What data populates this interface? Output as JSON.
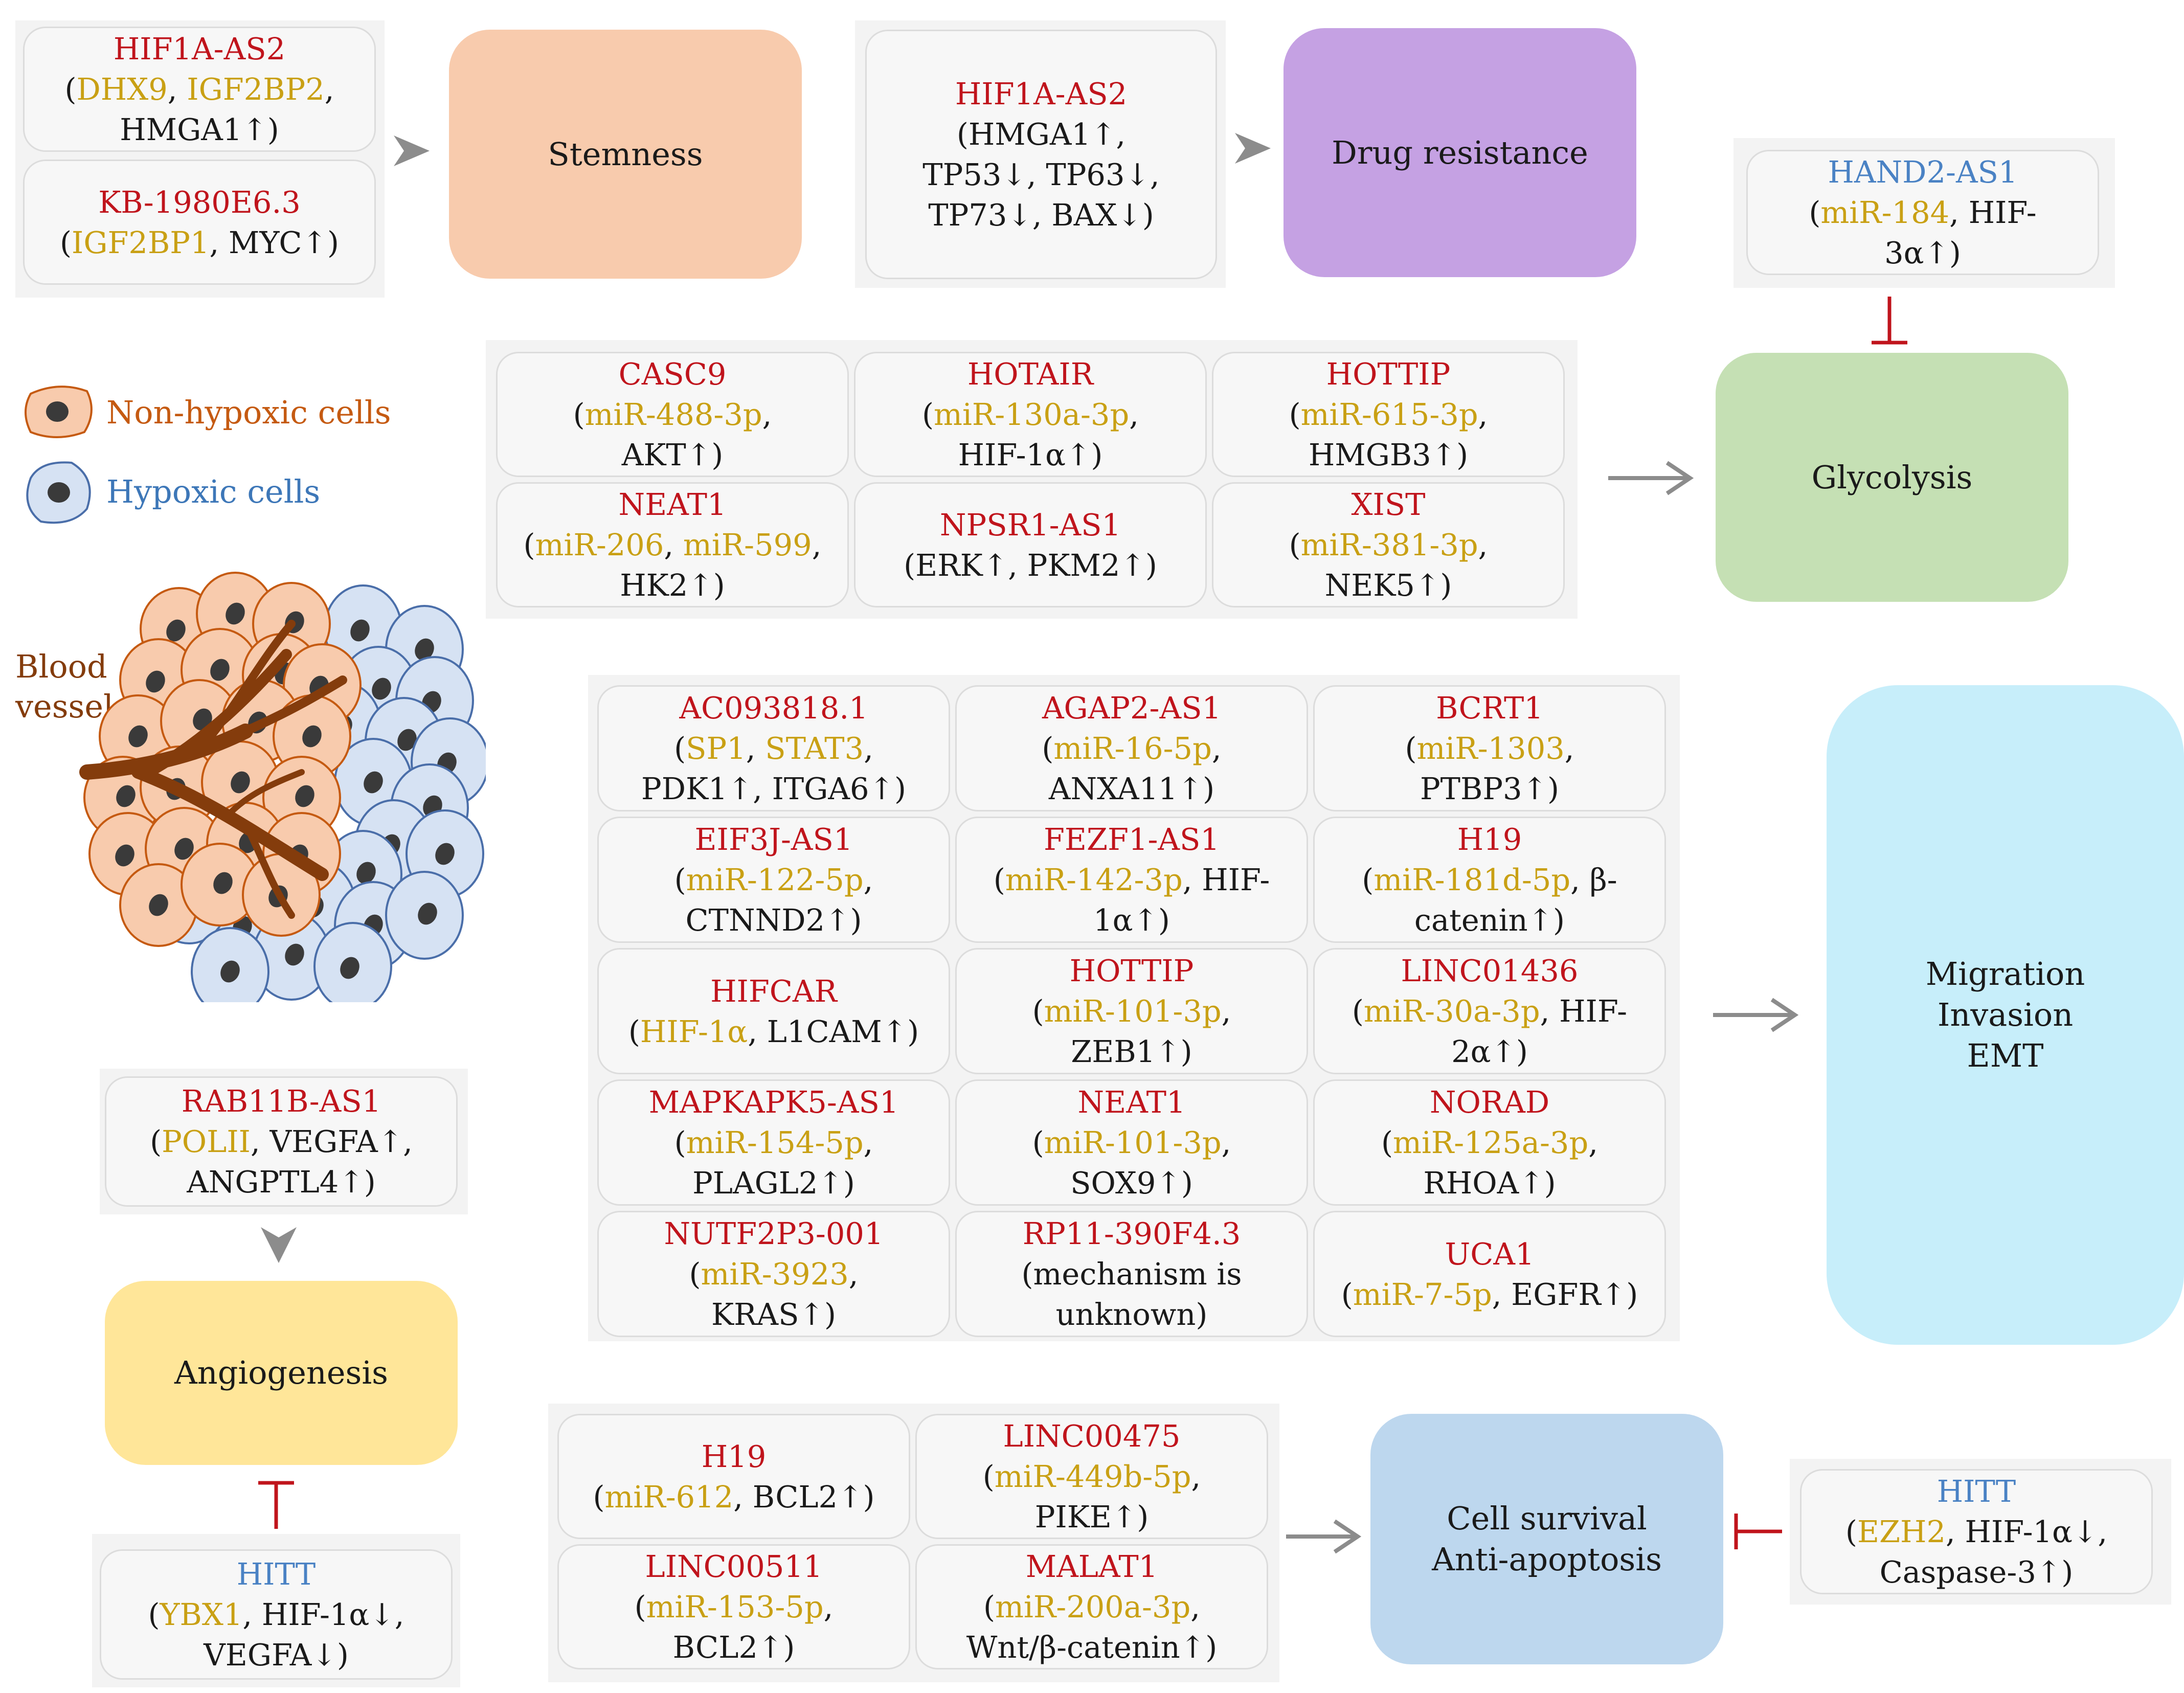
{
  "outcomes": {
    "stemness": "Stemness",
    "drug_resistance": "Drug resistance",
    "glycolysis": "Glycolysis",
    "migration": [
      "Migration",
      "Invasion",
      "EMT"
    ],
    "angiogenesis": "Angiogenesis",
    "cell_survival": [
      "Cell survival",
      "Anti-apoptosis"
    ]
  },
  "legend": {
    "non_hypoxic": "Non-hypoxic cells",
    "hypoxic": "Hypoxic cells",
    "blood_vessel": [
      "Blood",
      "vessel"
    ]
  },
  "colors": {
    "lncrna_up": "#c0141c",
    "lncrna_down": "#4a82c4",
    "regulator": "#c9a014",
    "stemness_box": "#f8cbad",
    "drug_box": "#c5a1e3",
    "glycolysis_box": "#c5e0b4",
    "migration_box": "#c7eefa",
    "angiogenesis_box": "#ffe699",
    "survival_box": "#bdd7ee"
  },
  "stemness_items": [
    {
      "name": "HIF1A-AS2",
      "lines": [
        [
          {
            "t": "(",
            "c": "k"
          },
          {
            "t": "DHX9",
            "c": "y"
          },
          {
            "t": ", ",
            "c": "k"
          },
          {
            "t": "IGF2BP2",
            "c": "y"
          },
          {
            "t": ",",
            "c": "k"
          }
        ],
        [
          {
            "t": "HMGA1↑)",
            "c": "k"
          }
        ]
      ]
    },
    {
      "name": "KB-1980E6.3",
      "lines": [
        [
          {
            "t": "(",
            "c": "k"
          },
          {
            "t": "IGF2BP1",
            "c": "y"
          },
          {
            "t": ", MYC↑)",
            "c": "k"
          }
        ]
      ]
    }
  ],
  "drug_items": [
    {
      "name": "HIF1A-AS2",
      "lines": [
        [
          {
            "t": "(HMGA1↑,",
            "c": "k"
          }
        ],
        [
          {
            "t": "TP53↓, TP63↓,",
            "c": "k"
          }
        ],
        [
          {
            "t": "TP73↓, BAX↓)",
            "c": "k"
          }
        ]
      ]
    }
  ],
  "glyco_inhibitor": {
    "name": "HAND2-AS1",
    "lines": [
      [
        {
          "t": "(",
          "c": "k"
        },
        {
          "t": "miR-184",
          "c": "y"
        },
        {
          "t": ", HIF-",
          "c": "k"
        }
      ],
      [
        {
          "t": "3α↑)",
          "c": "k"
        }
      ]
    ]
  },
  "glyco_items": [
    {
      "name": "CASC9",
      "lines": [
        [
          {
            "t": "(",
            "c": "k"
          },
          {
            "t": "miR-488-3p",
            "c": "y"
          },
          {
            "t": ",",
            "c": "k"
          }
        ],
        [
          {
            "t": "AKT↑)",
            "c": "k"
          }
        ]
      ]
    },
    {
      "name": "HOTAIR",
      "lines": [
        [
          {
            "t": "(",
            "c": "k"
          },
          {
            "t": "miR-130a-3p",
            "c": "y"
          },
          {
            "t": ",",
            "c": "k"
          }
        ],
        [
          {
            "t": "HIF-1α↑)",
            "c": "k"
          }
        ]
      ]
    },
    {
      "name": "HOTTIP",
      "lines": [
        [
          {
            "t": "(",
            "c": "k"
          },
          {
            "t": "miR-615-3p",
            "c": "y"
          },
          {
            "t": ",",
            "c": "k"
          }
        ],
        [
          {
            "t": "HMGB3↑)",
            "c": "k"
          }
        ]
      ]
    },
    {
      "name": "NEAT1",
      "lines": [
        [
          {
            "t": "(",
            "c": "k"
          },
          {
            "t": "miR-206",
            "c": "y"
          },
          {
            "t": ", ",
            "c": "k"
          },
          {
            "t": "miR-599",
            "c": "y"
          },
          {
            "t": ",",
            "c": "k"
          }
        ],
        [
          {
            "t": "HK2↑)",
            "c": "k"
          }
        ]
      ]
    },
    {
      "name": "NPSR1-AS1",
      "lines": [
        [
          {
            "t": "(ERK↑, PKM2↑)",
            "c": "k"
          }
        ]
      ]
    },
    {
      "name": "XIST",
      "lines": [
        [
          {
            "t": "(",
            "c": "k"
          },
          {
            "t": "miR-381-3p",
            "c": "y"
          },
          {
            "t": ",",
            "c": "k"
          }
        ],
        [
          {
            "t": "NEK5↑)",
            "c": "k"
          }
        ]
      ]
    }
  ],
  "migration_items": [
    {
      "name": "AC093818.1",
      "lines": [
        [
          {
            "t": "(",
            "c": "k"
          },
          {
            "t": "SP1",
            "c": "y"
          },
          {
            "t": ", ",
            "c": "k"
          },
          {
            "t": "STAT3",
            "c": "y"
          },
          {
            "t": ",",
            "c": "k"
          }
        ],
        [
          {
            "t": "PDK1↑, ITGA6↑)",
            "c": "k"
          }
        ]
      ]
    },
    {
      "name": "AGAP2-AS1",
      "lines": [
        [
          {
            "t": "(",
            "c": "k"
          },
          {
            "t": "miR-16-5p",
            "c": "y"
          },
          {
            "t": ",",
            "c": "k"
          }
        ],
        [
          {
            "t": "ANXA11↑)",
            "c": "k"
          }
        ]
      ]
    },
    {
      "name": "BCRT1",
      "lines": [
        [
          {
            "t": "(",
            "c": "k"
          },
          {
            "t": "miR-1303",
            "c": "y"
          },
          {
            "t": ",",
            "c": "k"
          }
        ],
        [
          {
            "t": "PTBP3↑)",
            "c": "k"
          }
        ]
      ]
    },
    {
      "name": "EIF3J-AS1",
      "lines": [
        [
          {
            "t": "(",
            "c": "k"
          },
          {
            "t": "miR-122-5p",
            "c": "y"
          },
          {
            "t": ",",
            "c": "k"
          }
        ],
        [
          {
            "t": "CTNND2↑)",
            "c": "k"
          }
        ]
      ]
    },
    {
      "name": "FEZF1-AS1",
      "lines": [
        [
          {
            "t": "(",
            "c": "k"
          },
          {
            "t": "miR-142-3p",
            "c": "y"
          },
          {
            "t": ", HIF-",
            "c": "k"
          }
        ],
        [
          {
            "t": "1α↑)",
            "c": "k"
          }
        ]
      ]
    },
    {
      "name": "H19",
      "lines": [
        [
          {
            "t": "(",
            "c": "k"
          },
          {
            "t": "miR-181d-5p",
            "c": "y"
          },
          {
            "t": ", β-",
            "c": "k"
          }
        ],
        [
          {
            "t": "catenin↑)",
            "c": "k"
          }
        ]
      ]
    },
    {
      "name": "HIFCAR",
      "lines": [
        [
          {
            "t": "(",
            "c": "k"
          },
          {
            "t": "HIF-1α",
            "c": "y"
          },
          {
            "t": ", L1CAM↑)",
            "c": "k"
          }
        ]
      ]
    },
    {
      "name": "HOTTIP",
      "lines": [
        [
          {
            "t": "(",
            "c": "k"
          },
          {
            "t": "miR-101-3p",
            "c": "y"
          },
          {
            "t": ",",
            "c": "k"
          }
        ],
        [
          {
            "t": "ZEB1↑)",
            "c": "k"
          }
        ]
      ]
    },
    {
      "name": "LINC01436",
      "lines": [
        [
          {
            "t": "(",
            "c": "k"
          },
          {
            "t": "miR-30a-3p",
            "c": "y"
          },
          {
            "t": ", HIF-",
            "c": "k"
          }
        ],
        [
          {
            "t": "2α↑)",
            "c": "k"
          }
        ]
      ]
    },
    {
      "name": "MAPKAPK5-AS1",
      "lines": [
        [
          {
            "t": "(",
            "c": "k"
          },
          {
            "t": "miR-154-5p",
            "c": "y"
          },
          {
            "t": ",",
            "c": "k"
          }
        ],
        [
          {
            "t": "PLAGL2↑)",
            "c": "k"
          }
        ]
      ]
    },
    {
      "name": "NEAT1",
      "lines": [
        [
          {
            "t": "(",
            "c": "k"
          },
          {
            "t": "miR-101-3p",
            "c": "y"
          },
          {
            "t": ",",
            "c": "k"
          }
        ],
        [
          {
            "t": "SOX9↑)",
            "c": "k"
          }
        ]
      ]
    },
    {
      "name": "NORAD",
      "lines": [
        [
          {
            "t": "(",
            "c": "k"
          },
          {
            "t": "miR-125a-3p",
            "c": "y"
          },
          {
            "t": ",",
            "c": "k"
          }
        ],
        [
          {
            "t": "RHOA↑)",
            "c": "k"
          }
        ]
      ]
    },
    {
      "name": "NUTF2P3-001",
      "lines": [
        [
          {
            "t": "(",
            "c": "k"
          },
          {
            "t": "miR-3923",
            "c": "y"
          },
          {
            "t": ",",
            "c": "k"
          }
        ],
        [
          {
            "t": "KRAS↑)",
            "c": "k"
          }
        ]
      ]
    },
    {
      "name": "RP11-390F4.3",
      "lines": [
        [
          {
            "t": "(mechanism is",
            "c": "k"
          }
        ],
        [
          {
            "t": "unknown)",
            "c": "k"
          }
        ]
      ]
    },
    {
      "name": "UCA1",
      "lines": [
        [
          {
            "t": "(",
            "c": "k"
          },
          {
            "t": "miR-7-5p",
            "c": "y"
          },
          {
            "t": ", EGFR↑)",
            "c": "k"
          }
        ]
      ]
    }
  ],
  "angio_items": [
    {
      "name": "RAB11B-AS1",
      "lines": [
        [
          {
            "t": "(",
            "c": "k"
          },
          {
            "t": "POLII",
            "c": "y"
          },
          {
            "t": ", VEGFA↑,",
            "c": "k"
          }
        ],
        [
          {
            "t": "ANGPTL4↑)",
            "c": "k"
          }
        ]
      ]
    }
  ],
  "angio_inhibitor": {
    "name": "HITT",
    "lines": [
      [
        {
          "t": "(",
          "c": "k"
        },
        {
          "t": "YBX1",
          "c": "y"
        },
        {
          "t": ", HIF-1α↓,",
          "c": "k"
        }
      ],
      [
        {
          "t": "VEGFA↓)",
          "c": "k"
        }
      ]
    ]
  },
  "survival_items": [
    {
      "name": "H19",
      "lines": [
        [
          {
            "t": "(",
            "c": "k"
          },
          {
            "t": "miR-612",
            "c": "y"
          },
          {
            "t": ", BCL2↑)",
            "c": "k"
          }
        ]
      ]
    },
    {
      "name": "LINC00475",
      "lines": [
        [
          {
            "t": "(",
            "c": "k"
          },
          {
            "t": "miR-449b-5p",
            "c": "y"
          },
          {
            "t": ",",
            "c": "k"
          }
        ],
        [
          {
            "t": "PIKE↑)",
            "c": "k"
          }
        ]
      ]
    },
    {
      "name": "LINC00511",
      "lines": [
        [
          {
            "t": "(",
            "c": "k"
          },
          {
            "t": "miR-153-5p",
            "c": "y"
          },
          {
            "t": ",",
            "c": "k"
          }
        ],
        [
          {
            "t": "BCL2↑)",
            "c": "k"
          }
        ]
      ]
    },
    {
      "name": "MALAT1",
      "lines": [
        [
          {
            "t": "(",
            "c": "k"
          },
          {
            "t": "miR-200a-3p",
            "c": "y"
          },
          {
            "t": ",",
            "c": "k"
          }
        ],
        [
          {
            "t": "Wnt/β-catenin↑)",
            "c": "k"
          }
        ]
      ]
    }
  ],
  "survival_inhibitor": {
    "name": "HITT",
    "lines": [
      [
        {
          "t": "(",
          "c": "k"
        },
        {
          "t": "EZH2",
          "c": "y"
        },
        {
          "t": ", HIF-1α↓,",
          "c": "k"
        }
      ],
      [
        {
          "t": "Caspase-3↑)",
          "c": "k"
        }
      ]
    ]
  }
}
